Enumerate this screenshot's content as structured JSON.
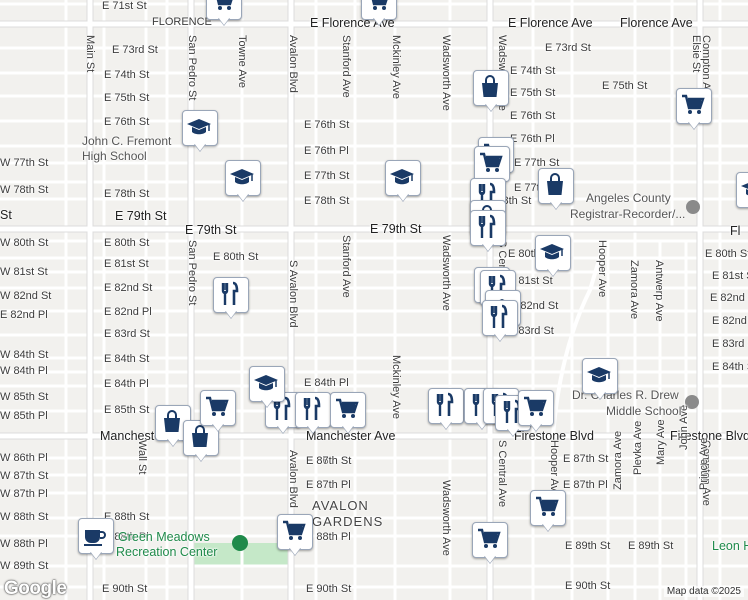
{
  "map": {
    "neighborhood_labels": [
      "FLORENCE",
      "AVALON",
      "GARDENS"
    ],
    "street_labels": [
      "E 71st St",
      "E Florence Ave",
      "E Florence Ave",
      "Florence Ave",
      "E 73rd St",
      "E 73rd St",
      "E 74th St",
      "E 74th St",
      "E 75th St",
      "E 75th St",
      "E 75th St",
      "E 76th St",
      "E 76th St",
      "E 76th St",
      "E 76th Pl",
      "E 76th Pl",
      "W 77th St",
      "E 77th St",
      "E 77th St",
      "E 77th St",
      "W 78th St",
      "E 78th St",
      "E 78th St",
      "E 78th St",
      "St",
      "E 79th St",
      "E 79th St",
      "E 79th St",
      "W 80th St",
      "E 80th St",
      "E 80th St",
      "E 80th St",
      "E 80th St",
      "W 81st St",
      "E 81st St",
      "E 81st St",
      "E 81st St",
      "W 82nd St",
      "E 82nd St",
      "E 82nd St",
      "E 82nd St",
      "E 82nd Pl",
      "E 82nd Pl",
      "E 82nd Pl",
      "E 83rd St",
      "E 83rd St",
      "E 83rd St",
      "W 84th St",
      "E 84th St",
      "E 84th St",
      "W 84th Pl",
      "E 84th Pl",
      "E 84th Pl",
      "W 85th St",
      "E 85th St",
      "W 85th Pl",
      "Manchester Ave",
      "Manchester Ave",
      "Firestone Blvd",
      "Firestone Blvd",
      "W 86th Pl",
      "E 86th St",
      "W 87th St",
      "E 87th St",
      "E 87th St",
      "W 87th Pl",
      "E 87th Pl",
      "E 87th Pl",
      "W 88th St",
      "E 88th St",
      "E 88th Pl",
      "W 88th Pl",
      "E 88th Pl",
      "W 89th St",
      "E 89th St",
      "E 89th St",
      "E 90th St",
      "E 90th St",
      "E 90th St",
      "Main St",
      "San Pedro St",
      "San Pedro St",
      "Towne Ave",
      "Avalon Blvd",
      "S Avalon Blvd",
      "Avalon Blvd",
      "Stanford Ave",
      "Stanford Ave",
      "Mckinley Ave",
      "Mckinley Ave",
      "Wadsworth Ave",
      "Wadsworth Ave",
      "Wadsworth Ave",
      "Wadsworth Ave",
      "S Central Ave",
      "S Central Ave",
      "Hooper Ave",
      "Hooper Ave",
      "Elsie St",
      "Compton Ave",
      "Compton Ave",
      "Zamora Ave",
      "Zamora Ave",
      "Antwerp Ave",
      "Plevka Ave",
      "Mary Ave",
      "John Ave",
      "Prince Ave",
      "Wall St",
      "Fl"
    ],
    "poi_labels": [
      "John C. Fremont",
      "High School",
      "Angeles County",
      "Registrar-Recorder/...",
      "Dr. Charles R. Drew",
      "Middle School",
      "Green Meadows",
      "Recreation Center",
      "Leon H"
    ],
    "pins": [
      "shopping-cart",
      "shopping-cart",
      "school",
      "shopping-bag",
      "shopping-cart",
      "school",
      "shopping-cart",
      "school",
      "shopping-cart",
      "shopping-bag",
      "restaurant",
      "shopping-bag",
      "school",
      "restaurant",
      "school",
      "restaurant",
      "shopping-bag",
      "restaurant",
      "school",
      "restaurant",
      "restaurant",
      "restaurant",
      "shopping-cart",
      "shopping-bag",
      "shopping-bag",
      "restaurant",
      "restaurant",
      "restaurant",
      "restaurant",
      "shopping-cart",
      "shopping-cart",
      "school",
      "school",
      "shopping-cart",
      "shopping-cart",
      "cafe",
      "shopping-cart"
    ],
    "logo": "Google",
    "attribution": "Map data ©2025",
    "colors": {
      "pin_icon": "#1a3a66",
      "park": "#c5e8c8",
      "arterial": "#ffffff",
      "land": "#f2f1ee"
    }
  }
}
